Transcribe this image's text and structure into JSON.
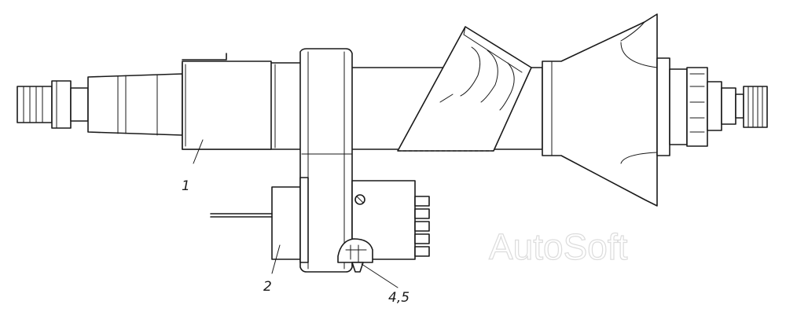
{
  "callouts": {
    "part_1": "1",
    "part_2": "2",
    "part_4_5": "4,5"
  },
  "watermark": "AutoSoft"
}
